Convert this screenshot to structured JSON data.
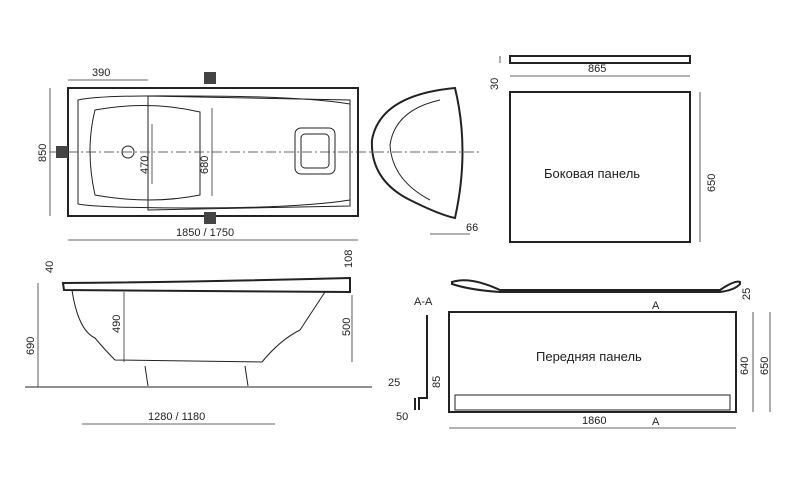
{
  "top_view": {
    "d_390": "390",
    "d_850": "850",
    "d_470": "470",
    "d_680": "680",
    "d_length": "1850 / 1750"
  },
  "end_view": {
    "d_66": "66"
  },
  "side_panel": {
    "d_30": "30",
    "d_865": "865",
    "d_650": "650",
    "label": "Боковая панель"
  },
  "side_view": {
    "d_40": "40",
    "d_108": "108",
    "d_690": "690",
    "d_490": "490",
    "d_500": "500",
    "d_legs": "1280 / 1180"
  },
  "section": {
    "title": "A-A",
    "d_25": "25",
    "d_85": "85",
    "d_50": "50"
  },
  "front_panel": {
    "d_25": "25",
    "d_640": "640",
    "d_650": "650",
    "d_1860": "1860",
    "label": "Передняя панель",
    "cut_top": "A",
    "cut_bottom": "A"
  }
}
